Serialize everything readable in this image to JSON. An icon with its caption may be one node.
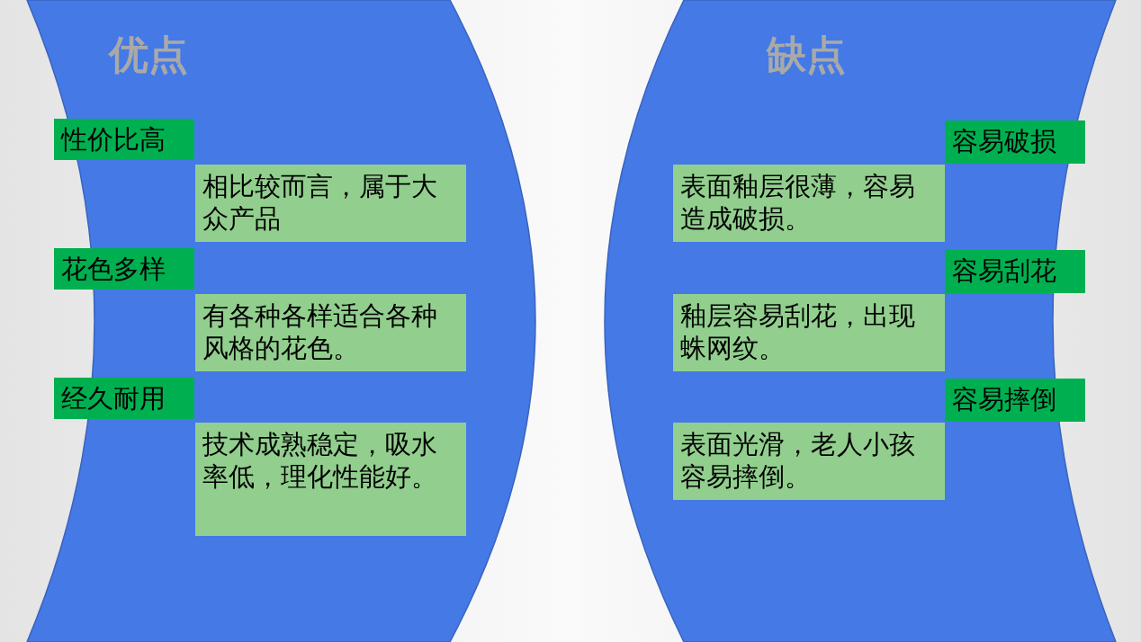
{
  "diagram": {
    "nodes": [
      {
        "text": [
          "优点"
        ]
      },
      {
        "text": [
          "性价比高"
        ],
        "in": 0
      },
      {
        "text": [
          "相比较而言，属于大众产品"
        ],
        "in": 0
      },
      {
        "text": [
          "花色多样"
        ],
        "in": 0
      },
      {
        "text": [
          "有各种各样适合各种风格的花色。"
        ],
        "in": 0
      },
      {
        "text": [
          "经久耐用"
        ],
        "in": 0
      },
      {
        "text": [
          "技术成熟稳定，吸水率低，理化性能好。"
        ],
        "in": 0
      },
      {
        "text": [
          "缺点"
        ]
      },
      {
        "text": [
          "容易破损"
        ],
        "in": 7
      },
      {
        "text": [
          "表面釉层很薄，容易造成破损。"
        ],
        "in": 7
      },
      {
        "text": [
          "容易刮花"
        ],
        "in": 7
      },
      {
        "text": [
          "釉层容易刮花，出现蛛网纹。"
        ],
        "in": 7
      },
      {
        "text": [
          "容易摔倒"
        ],
        "in": 7
      },
      {
        "text": [
          "表面光滑，老人小孩容易摔倒。"
        ],
        "in": 7
      }
    ],
    "edges": []
  }
}
